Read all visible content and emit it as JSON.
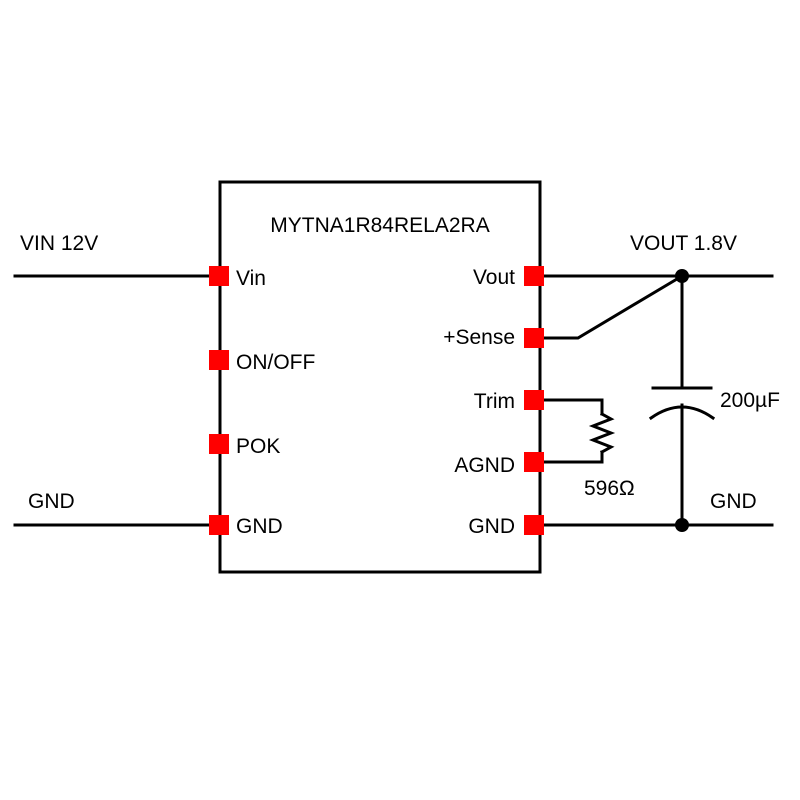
{
  "chip": {
    "part_number": "MYTNA1R84RELA2RA",
    "left_pins": [
      "Vin",
      "ON/OFF",
      "POK",
      "GND"
    ],
    "right_pins": [
      "Vout",
      "+Sense",
      "Trim",
      "AGND",
      "GND"
    ]
  },
  "nets": {
    "vin": "VIN 12V",
    "gnd_left": "GND",
    "vout": "VOUT 1.8V",
    "gnd_right": "GND"
  },
  "components": {
    "capacitor": "200µF",
    "resistor": "596Ω"
  },
  "colors": {
    "pin": "#ff0000",
    "wire": "#000000",
    "background": "#ffffff"
  }
}
